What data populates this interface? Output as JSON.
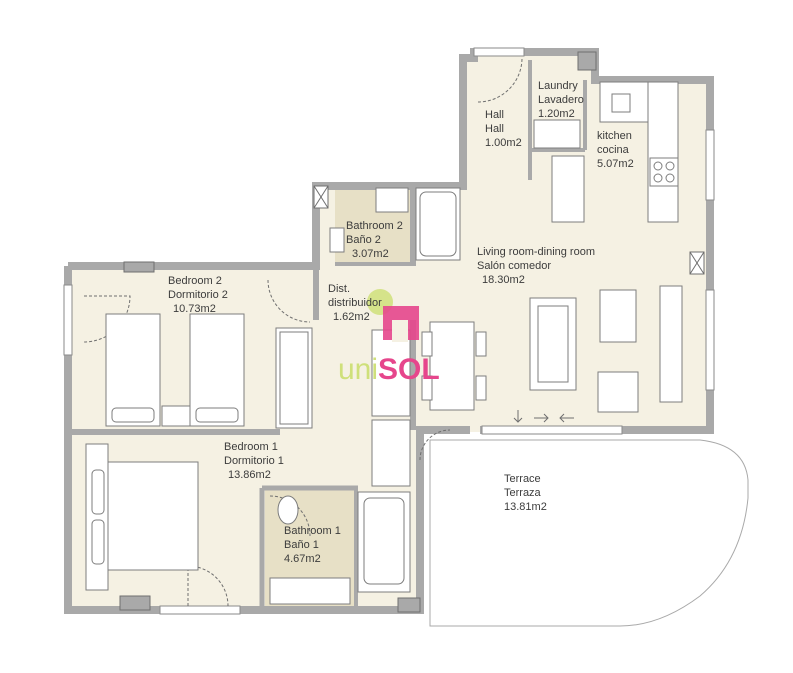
{
  "rooms": [
    {
      "id": "laundry",
      "name_en": "Laundry",
      "name_es": "Lavadero",
      "area": "1.20m2"
    },
    {
      "id": "hall",
      "name_en": "Hall",
      "name_es": "Hall",
      "area": "1.00m2"
    },
    {
      "id": "kitchen",
      "name_en": "kitchen",
      "name_es": "cocina",
      "area": "5.07m2"
    },
    {
      "id": "bathroom2",
      "name_en": "Bathroom 2",
      "name_es": "Baño 2",
      "area": "3.07m2"
    },
    {
      "id": "living",
      "name_en": "Living room-dining room",
      "name_es": "Salón comedor",
      "area": "18.30m2"
    },
    {
      "id": "bedroom2",
      "name_en": "Bedroom 2",
      "name_es": "Dormitorio 2",
      "area": "10.73m2"
    },
    {
      "id": "dist",
      "name_en": "Dist.",
      "name_es": "distribuidor",
      "area": "1.62m2"
    },
    {
      "id": "bedroom1",
      "name_en": "Bedroom 1",
      "name_es": "Dormitorio 1",
      "area": "13.86m2"
    },
    {
      "id": "terrace",
      "name_en": "Terrace",
      "name_es": "Terraza",
      "area": "13.81m2"
    },
    {
      "id": "bathroom1",
      "name_en": "Bathroom 1",
      "name_es": "Baño 1",
      "area": "4.67m2"
    }
  ],
  "logo": {
    "part1": "uni",
    "part2": "SOL"
  },
  "colors": {
    "wall": "#a9a9a9",
    "floor_main": "#f5f1e3",
    "floor_bath": "#e7e0c6",
    "furniture_stroke": "#7d7d7d",
    "logo_uni": "#cfe07a",
    "logo_sol": "#e6468c"
  }
}
